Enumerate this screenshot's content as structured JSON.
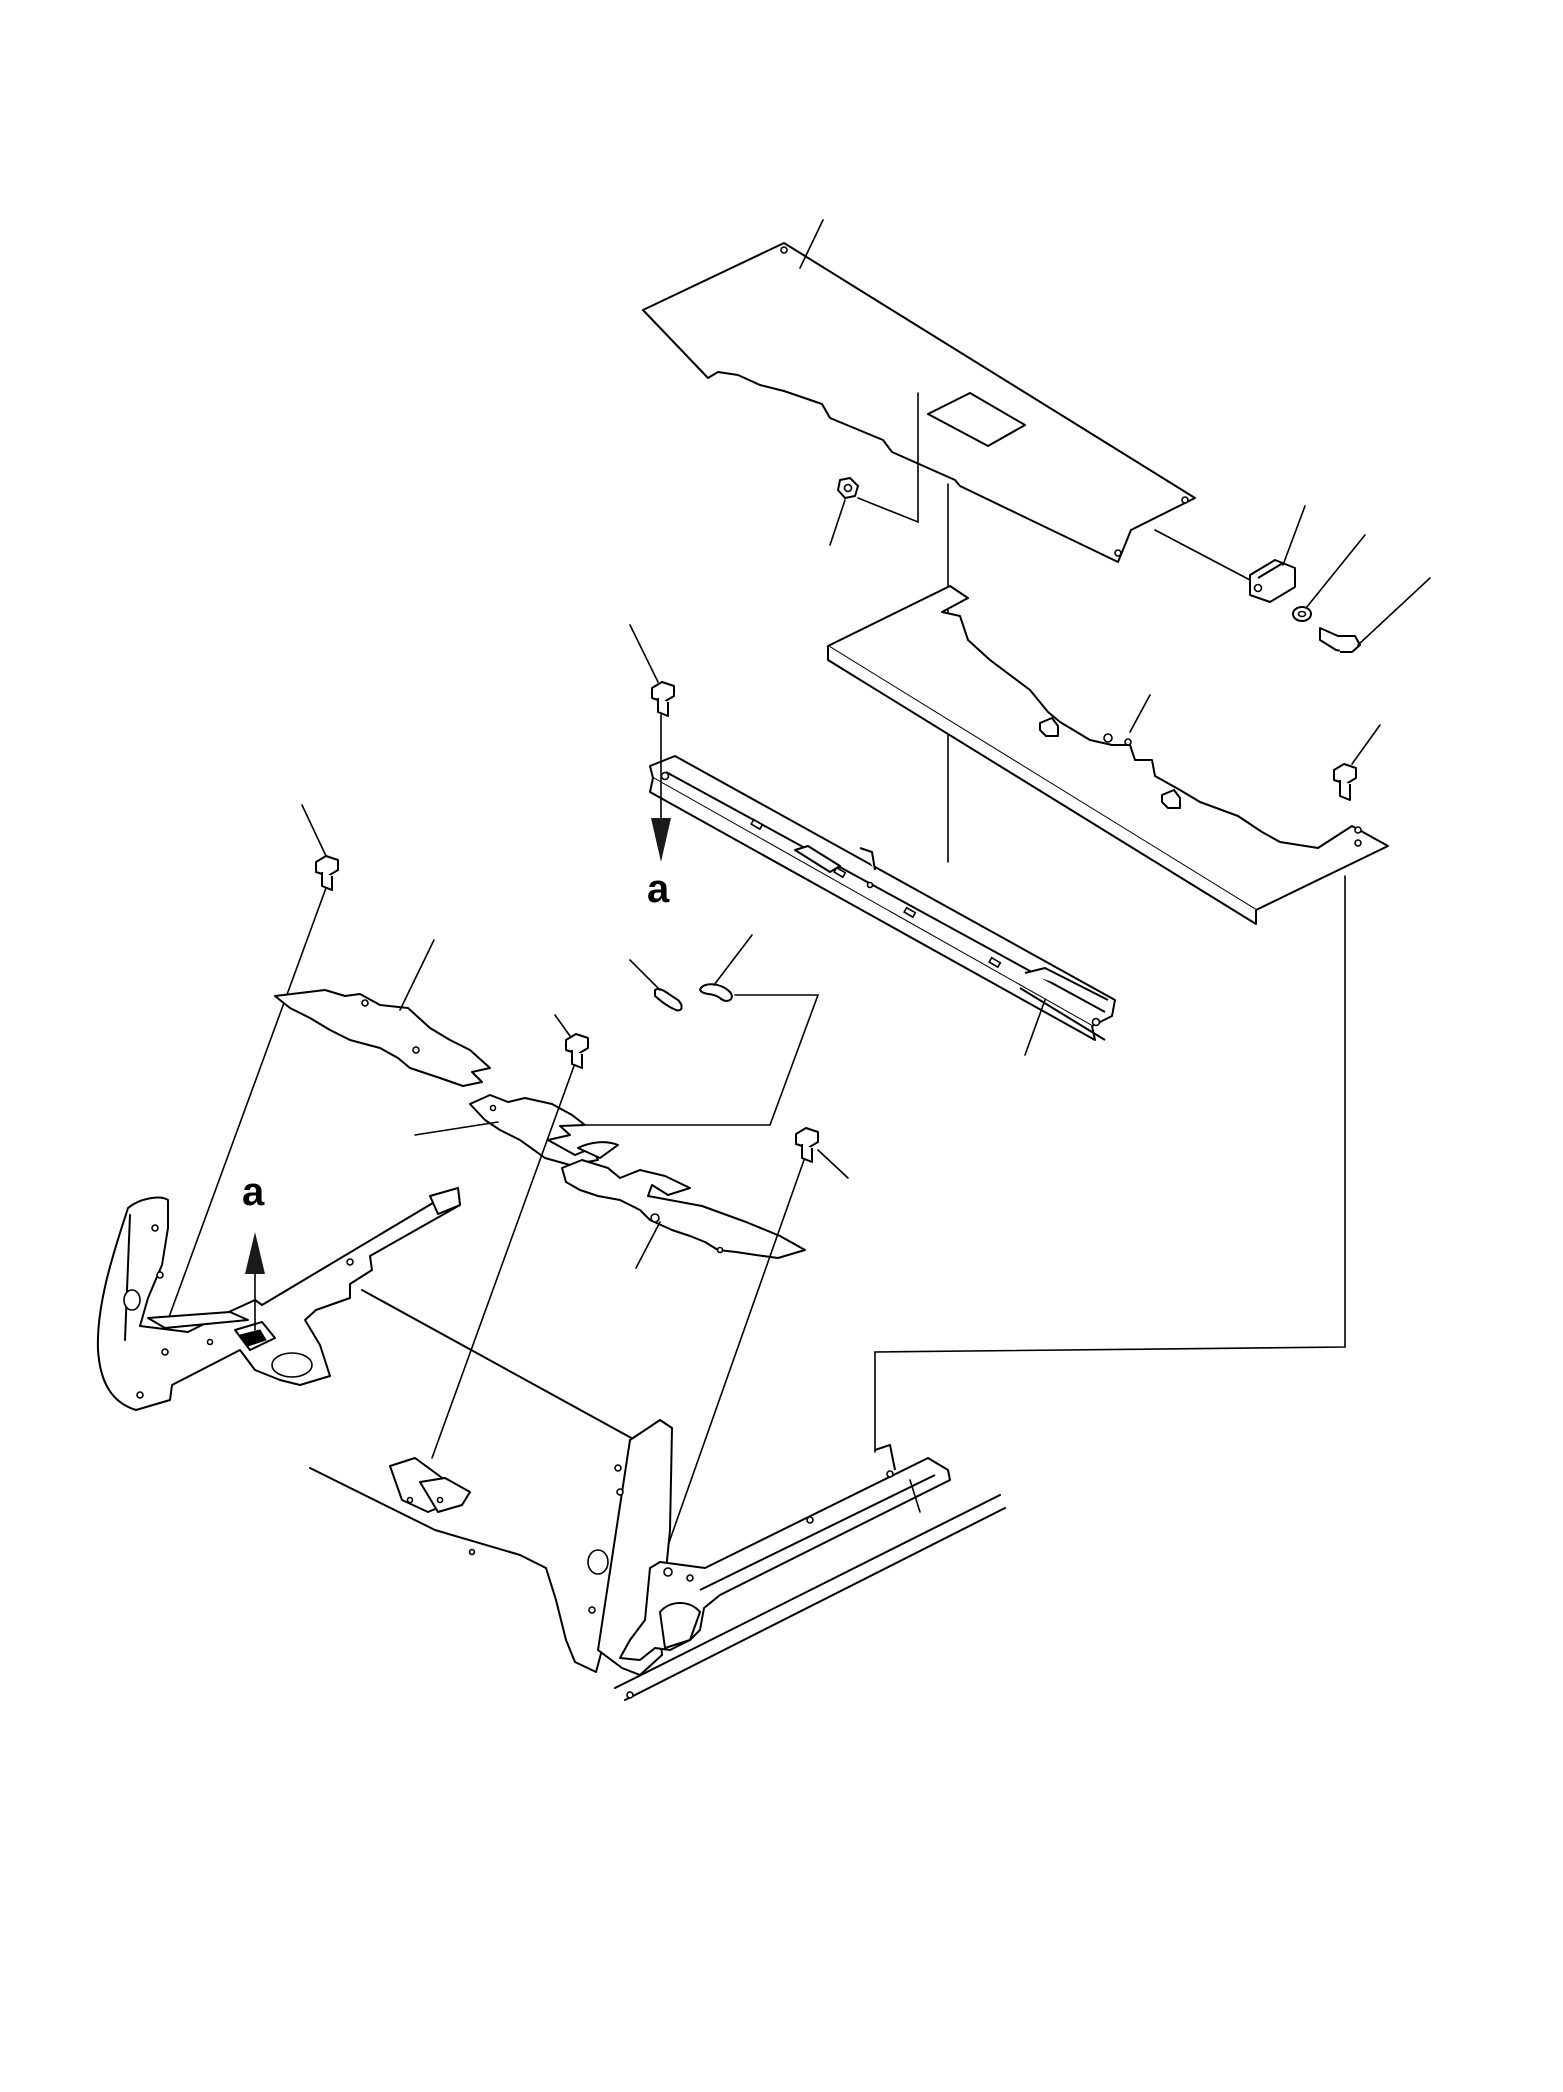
{
  "diagram": {
    "view_labels": [
      {
        "id": "view-a-upper",
        "text": "a"
      },
      {
        "id": "view-a-lower",
        "text": "a"
      }
    ],
    "arrow_colors": {
      "arrow": "#1a1a1a",
      "line": "#000000"
    }
  }
}
